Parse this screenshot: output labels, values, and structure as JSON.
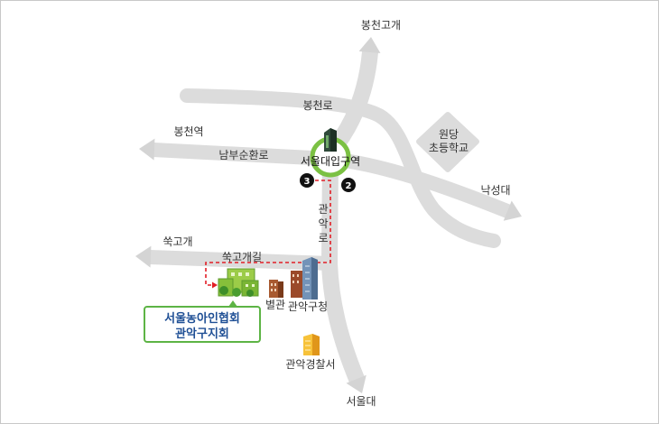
{
  "labels": {
    "bongcheon_gogae": "봉천고개",
    "bongcheon_ro": "봉천로",
    "wondang_school": [
      "원당",
      "초등학교"
    ],
    "bongcheon_station": "봉천역",
    "nambu_sunhwan_ro": "남부순환로",
    "seoul_univ_entrance_station": "서울대입구역",
    "exit_3": "3",
    "exit_2": "2",
    "nakseongdae": "낙성대",
    "gwanak_ro": [
      "관",
      "악",
      "로"
    ],
    "ssukgogae": "쑥고개",
    "ssukgogae_gil": "쑥고개길",
    "annex": "별관",
    "gwanak_gu_office": "관악구청",
    "gwanak_police_station": "관악경찰서",
    "seoul_univ": "서울대"
  },
  "destination": {
    "name_lines": [
      "서울농아인협회",
      "관악구지회"
    ],
    "icon": "green-building-icon"
  },
  "icons": {
    "station": "subway-station-icon",
    "exit": "exit-number-badge-icon",
    "annex": "brown-building-icon",
    "gu_office": "office-tower-icon",
    "police": "yellow-building-icon",
    "road_end": "road-arrow-icon"
  },
  "colors": {
    "road": "#dcdcdc",
    "arrow": "#d4d4d4",
    "station_ring": "#7bc143",
    "route": "#e21e26",
    "callout_border": "#5db445",
    "callout_text": "#1f4f95",
    "frame": "#c8c8c8"
  }
}
